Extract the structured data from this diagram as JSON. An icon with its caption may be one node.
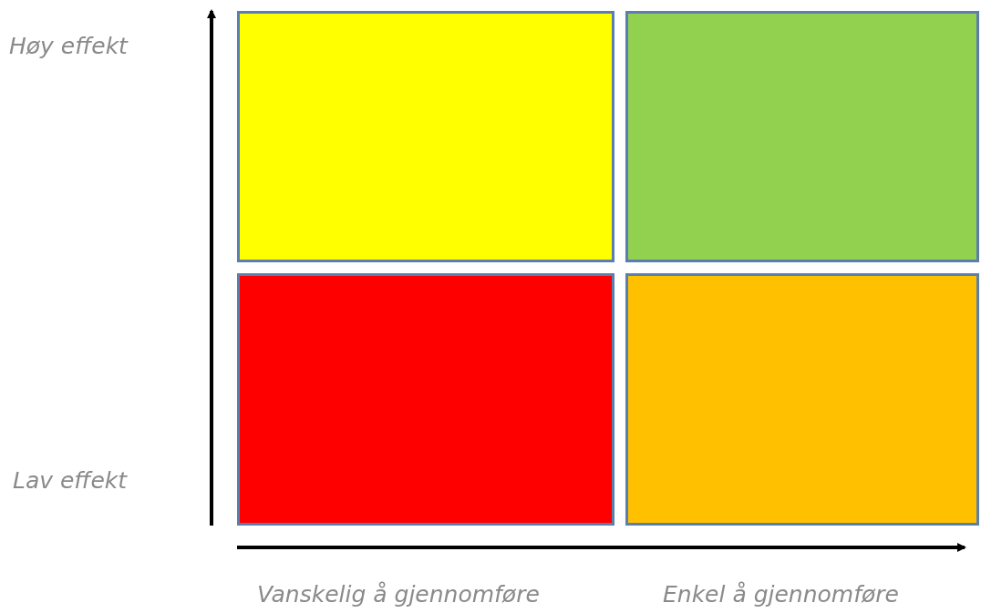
{
  "diagram": {
    "nodes": [
      {
        "text": [],
        "shape": "box"
      },
      {
        "text": [],
        "shape": "box"
      },
      {
        "text": [],
        "shape": "box"
      },
      {
        "text": [],
        "shape": "box"
      }
    ],
    "labels": [
      "Høy effekt",
      "Lav effekt",
      "Vanskelig å gjennomføre",
      "Enkel å gjennomføre"
    ]
  }
}
